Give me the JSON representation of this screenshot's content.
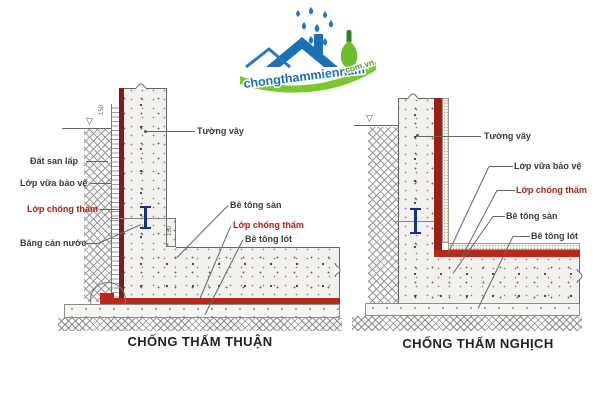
{
  "logo": {
    "text_main": "chongthammiennam",
    "text_suffix": "com.vn"
  },
  "symbols": {
    "water_level": "▽"
  },
  "dimensions": {
    "wall_top": "150",
    "kicker": "150"
  },
  "left": {
    "title": "CHỐNG THẤM THUẬN",
    "labels": {
      "wall": "Tường vây",
      "fill_soil": "Đất san lấp",
      "mortar": "Lớp vữa bảo vệ",
      "membrane_wall": "Lớp chống thấm",
      "waterstop": "Băng cản nước",
      "slab": "Bê tông sàn",
      "membrane_floor": "Lớp chống thấm",
      "lean_concrete": "Bê tông lót"
    }
  },
  "right": {
    "title": "CHỐNG THẤM NGHỊCH",
    "labels": {
      "wall": "Tường vây",
      "mortar": "Lớp vữa bảo vệ",
      "membrane": "Lớp chống thấm",
      "slab": "Bê tông sàn",
      "lean_concrete": "Bê tông lót"
    }
  },
  "colors": {
    "membrane_dark": "#7E1D17",
    "membrane_bright": "#BE2619",
    "membrane_right": "#9B2018",
    "waterstop": "#16337F",
    "logo_blue": "#1B6FB5",
    "logo_green": "#7CC62E"
  }
}
